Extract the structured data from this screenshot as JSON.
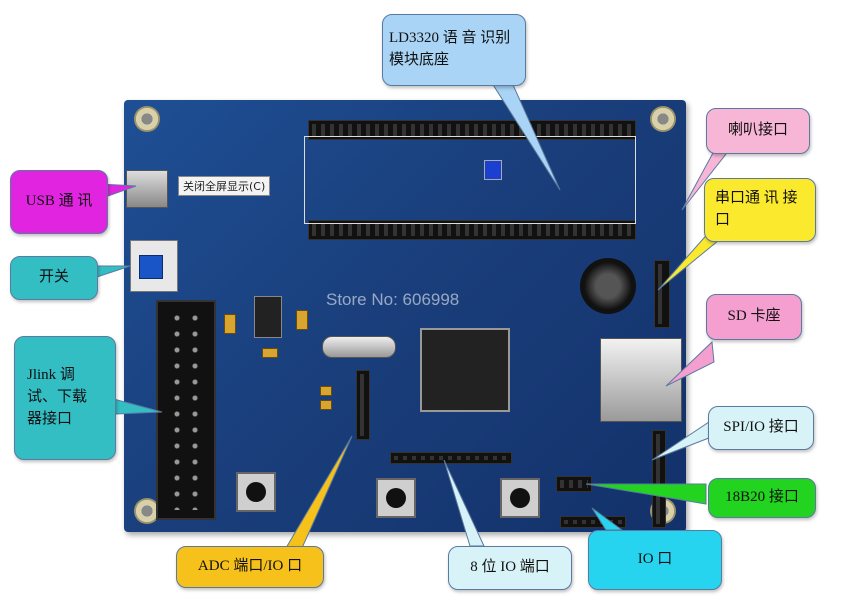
{
  "callouts": {
    "ld3320": "LD3320 语 音 识别模块底座",
    "speaker": "喇叭接口",
    "serial": "串口通 讯 接口",
    "usb": "USB 通 讯",
    "switch": "开关",
    "sd": "SD 卡座",
    "jlink": "Jlink 调 试、下载 器接口",
    "spi": "SPI/IO 接口",
    "ds18b20": "18B20 接口",
    "adc": "ADC 端口/IO 口",
    "eightbit": "8 位 IO 端口",
    "io": "IO 口"
  },
  "tooltip": "关闭全屏显示(C)",
  "watermark": "Store No: 606998",
  "colors": {
    "ld3320": "#a9d4f5",
    "speaker": "#f7b6d6",
    "serial": "#fbe92e",
    "usb": "#e024e0",
    "switch": "#33bec4",
    "sd": "#f59fd0",
    "jlink": "#33bec4",
    "spi": "#d8f3f8",
    "ds18b20": "#22d420",
    "adc": "#f5c11a",
    "eightbit": "#d8f3f8",
    "io": "#26d4f0"
  }
}
